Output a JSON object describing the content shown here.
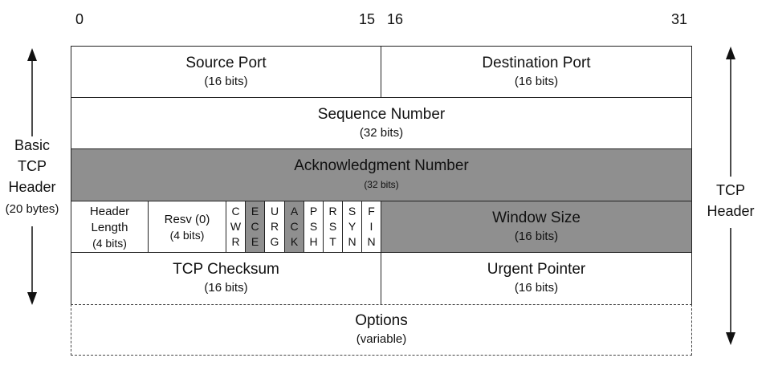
{
  "bit_labels": {
    "b0": "0",
    "b15": "15",
    "b16": "16",
    "b31": "31"
  },
  "left_label": {
    "line1": "Basic",
    "line2": "TCP",
    "line3": "Header",
    "line4": "(20 bytes)"
  },
  "right_label": {
    "line1": "TCP",
    "line2": "Header"
  },
  "fields": {
    "source_port": {
      "name": "Source Port",
      "size": "(16 bits)"
    },
    "destination_port": {
      "name": "Destination Port",
      "size": "(16 bits)"
    },
    "sequence_number": {
      "name": "Sequence Number",
      "size": "(32 bits)"
    },
    "ack_number": {
      "name": "Acknowledgment Number",
      "size": "(32 bits)"
    },
    "header_length": {
      "line1": "Header",
      "line2": "Length",
      "size": "(4 bits)"
    },
    "reserved": {
      "name": "Resv (0)",
      "size": "(4 bits)"
    },
    "window_size": {
      "name": "Window Size",
      "size": "(16 bits)"
    },
    "tcp_checksum": {
      "name": "TCP Checksum",
      "size": "(16 bits)"
    },
    "urgent_pointer": {
      "name": "Urgent Pointer",
      "size": "(16 bits)"
    },
    "options": {
      "name": "Options",
      "size": "(variable)"
    }
  },
  "flags": [
    {
      "letters": [
        "C",
        "W",
        "R"
      ]
    },
    {
      "letters": [
        "E",
        "C",
        "E"
      ]
    },
    {
      "letters": [
        "U",
        "R",
        "G"
      ]
    },
    {
      "letters": [
        "A",
        "C",
        "K"
      ]
    },
    {
      "letters": [
        "P",
        "S",
        "H"
      ]
    },
    {
      "letters": [
        "R",
        "S",
        "T"
      ]
    },
    {
      "letters": [
        "S",
        "Y",
        "N"
      ]
    },
    {
      "letters": [
        "F",
        "I",
        "N"
      ]
    }
  ],
  "colors": {
    "highlight": "#8f8f8f",
    "border": "#222222",
    "background": "#ffffff"
  }
}
